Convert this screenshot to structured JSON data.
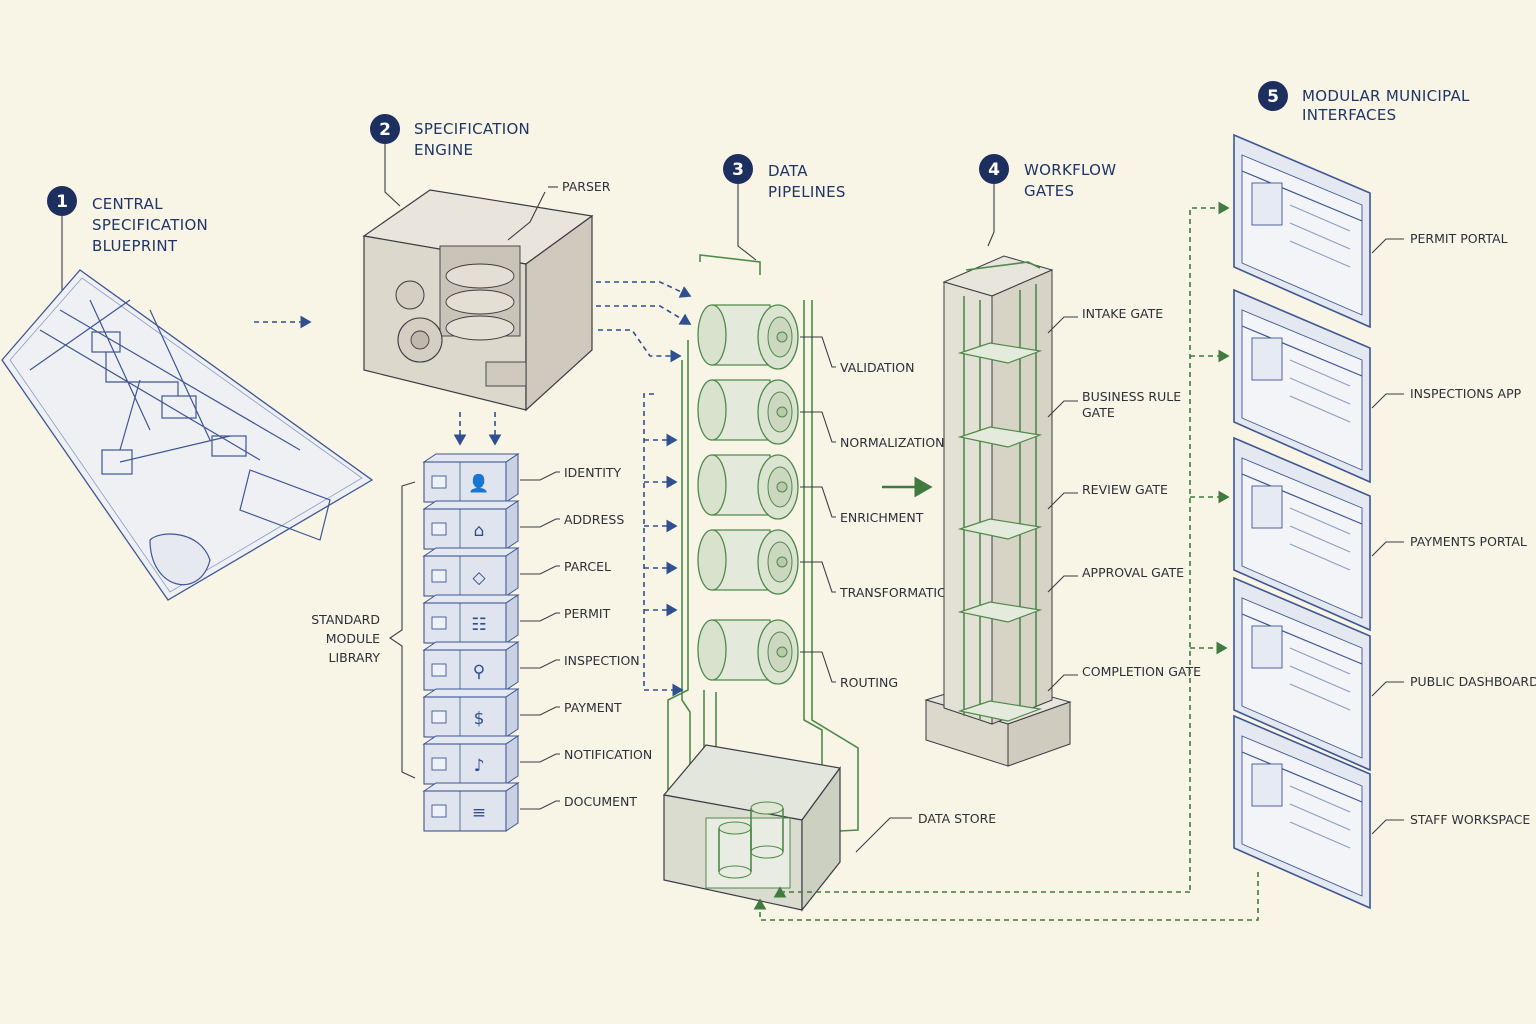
{
  "sections": [
    {
      "number": "1",
      "title": [
        "CENTRAL",
        "SPECIFICATION",
        "BLUEPRINT"
      ]
    },
    {
      "number": "2",
      "title": [
        "SPECIFICATION",
        "ENGINE"
      ]
    },
    {
      "number": "3",
      "title": [
        "DATA",
        "PIPELINES"
      ]
    },
    {
      "number": "4",
      "title": [
        "WORKFLOW",
        "GATES"
      ]
    },
    {
      "number": "5",
      "title": [
        "MODULAR MUNICIPAL",
        "INTERFACES"
      ]
    }
  ],
  "engine": {
    "parser_label": "PARSER"
  },
  "library": {
    "title": [
      "STANDARD",
      "MODULE",
      "LIBRARY"
    ],
    "modules": [
      {
        "label": "IDENTITY",
        "icon": "person-icon"
      },
      {
        "label": "ADDRESS",
        "icon": "house-icon"
      },
      {
        "label": "PARCEL",
        "icon": "land-parcel-icon"
      },
      {
        "label": "PERMIT",
        "icon": "clipboard-icon"
      },
      {
        "label": "INSPECTION",
        "icon": "magnifier-icon"
      },
      {
        "label": "PAYMENT",
        "icon": "dollar-coin-icon"
      },
      {
        "label": "NOTIFICATION",
        "icon": "bell-icon"
      },
      {
        "label": "DOCUMENT",
        "icon": "document-icon"
      }
    ]
  },
  "pipelines": {
    "stages": [
      "VALIDATION",
      "NORMALIZATION",
      "ENRICHMENT",
      "TRANSFORMATION",
      "ROUTING"
    ],
    "store_label": "DATA STORE"
  },
  "gates": [
    "INTAKE GATE",
    "BUSINESS RULE GATE",
    "REVIEW GATE",
    "APPROVAL GATE",
    "COMPLETION GATE"
  ],
  "interfaces": [
    {
      "label": "PERMIT PORTAL",
      "icon": "floorplan-icon"
    },
    {
      "label": "INSPECTIONS APP",
      "icon": "map-pin-icon"
    },
    {
      "label": "PAYMENTS PORTAL",
      "icon": "dollar-icon"
    },
    {
      "label": "PUBLIC DASHBOARD",
      "icon": "map-icon"
    },
    {
      "label": "STAFF WORKSPACE",
      "icon": "table-icon"
    }
  ],
  "colors": {
    "blueprint": "#3d5694",
    "pipeline": "#4f8a4a",
    "badge": "#1c2f5e",
    "background": "#f8f4e6"
  }
}
